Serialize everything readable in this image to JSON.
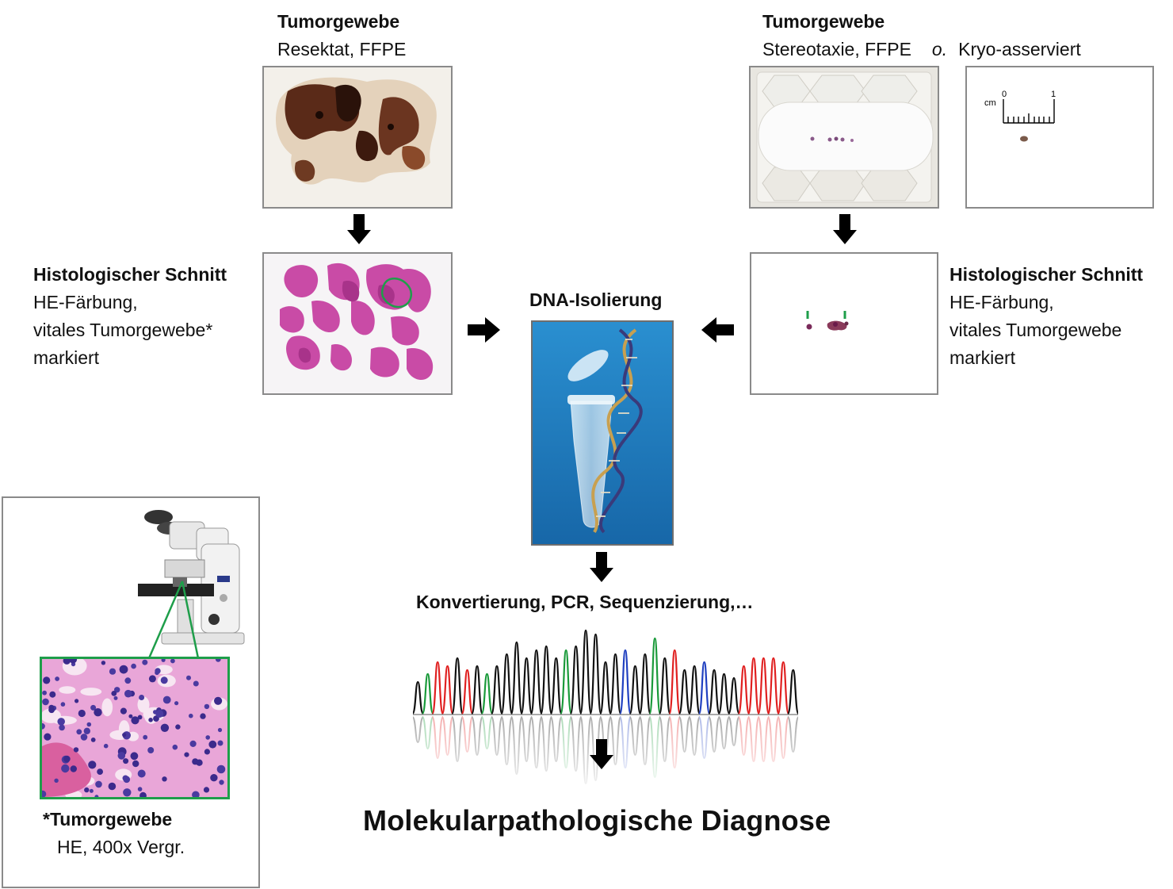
{
  "top_left": {
    "title": "Tumorgewebe",
    "subtitle": "Resektat, FFPE"
  },
  "top_right": {
    "title": "Tumorgewebe",
    "subtitle_a": "Stereotaxie, FFPE",
    "subtitle_or": "o.",
    "subtitle_b": "Kryo-asserviert",
    "ruler_unit": "cm",
    "ruler_start": "0",
    "ruler_end": "1"
  },
  "hist_left": {
    "title": "Histologischer Schnitt",
    "line1": "HE-Färbung,",
    "line2": "vitales Tumorgewebe*",
    "line3": "markiert"
  },
  "hist_right": {
    "title": "Histologischer Schnitt",
    "line1": "HE-Färbung,",
    "line2": "vitales Tumorgewebe",
    "line3": "markiert"
  },
  "center": {
    "dna_label": "DNA-Isolierung",
    "process_label": "Konvertierung, PCR, Sequenzierung,…",
    "diagnosis_label": "Molekularpathologische Diagnose"
  },
  "inset": {
    "title": "*Tumorgewebe",
    "caption": "HE, 400x Vergr."
  },
  "colors": {
    "marker_green": "#1e9e4a",
    "he_pink": "#c94ba6",
    "he_purple": "#7a2a8a",
    "tube_bg": "#1f7bb7",
    "trace_red": "#e02020",
    "trace_green": "#1a9a3a",
    "trace_blue": "#2040c0",
    "trace_black": "#111111"
  }
}
